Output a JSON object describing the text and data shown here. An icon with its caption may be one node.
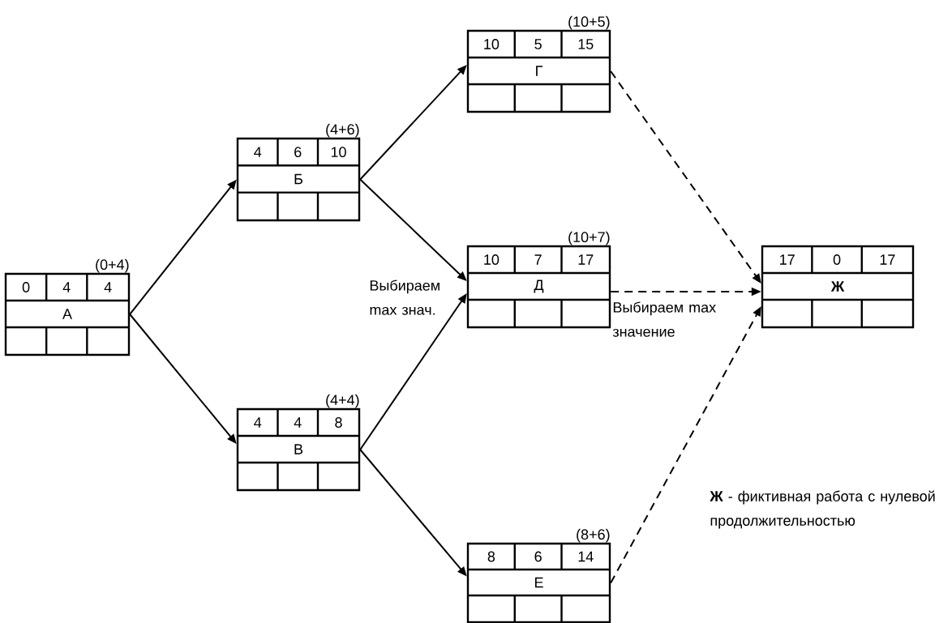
{
  "diagram": {
    "nodes": [
      {
        "text": [
          "0",
          "4",
          "4",
          "А"
        ],
        "beside": [
          "(0+4)"
        ]
      },
      {
        "text": [
          "4",
          "6",
          "10",
          "Б"
        ],
        "beside": [
          "(4+6)"
        ]
      },
      {
        "text": [
          "4",
          "4",
          "8",
          "В"
        ],
        "beside": [
          "(4+4)"
        ]
      },
      {
        "text": [
          "10",
          "5",
          "15",
          "Г"
        ],
        "beside": [
          "(10+5)"
        ]
      },
      {
        "text": [
          "10",
          "7",
          "17",
          "Д"
        ],
        "beside": [
          "(10+7)"
        ]
      },
      {
        "text": [
          "8",
          "6",
          "14",
          "Е"
        ],
        "beside": [
          "(8+6)"
        ]
      },
      {
        "text": [
          "17",
          "0",
          "17",
          "Ж"
        ]
      }
    ],
    "edges": [
      {
        "from": 0,
        "to": 1,
        "arrow": "to"
      },
      {
        "from": 0,
        "to": 2,
        "arrow": "to"
      },
      {
        "from": 1,
        "to": 3,
        "arrow": "to"
      },
      {
        "from": 1,
        "to": 4,
        "arrow": "to"
      },
      {
        "from": 2,
        "to": 4,
        "arrow": "to"
      },
      {
        "from": 2,
        "to": 5,
        "arrow": "to"
      },
      {
        "from": 3,
        "to": 6,
        "arrow": "to",
        "style": "dashed"
      },
      {
        "from": 4,
        "to": 6,
        "arrow": "to",
        "style": "dashed"
      },
      {
        "from": 5,
        "to": 6,
        "arrow": "to",
        "style": "dashed"
      }
    ],
    "labels": [
      "Выбираем max знач.",
      "Выбираем max значение",
      "**Ж** - фиктивная работа с нулевой продолжительностью"
    ]
  }
}
